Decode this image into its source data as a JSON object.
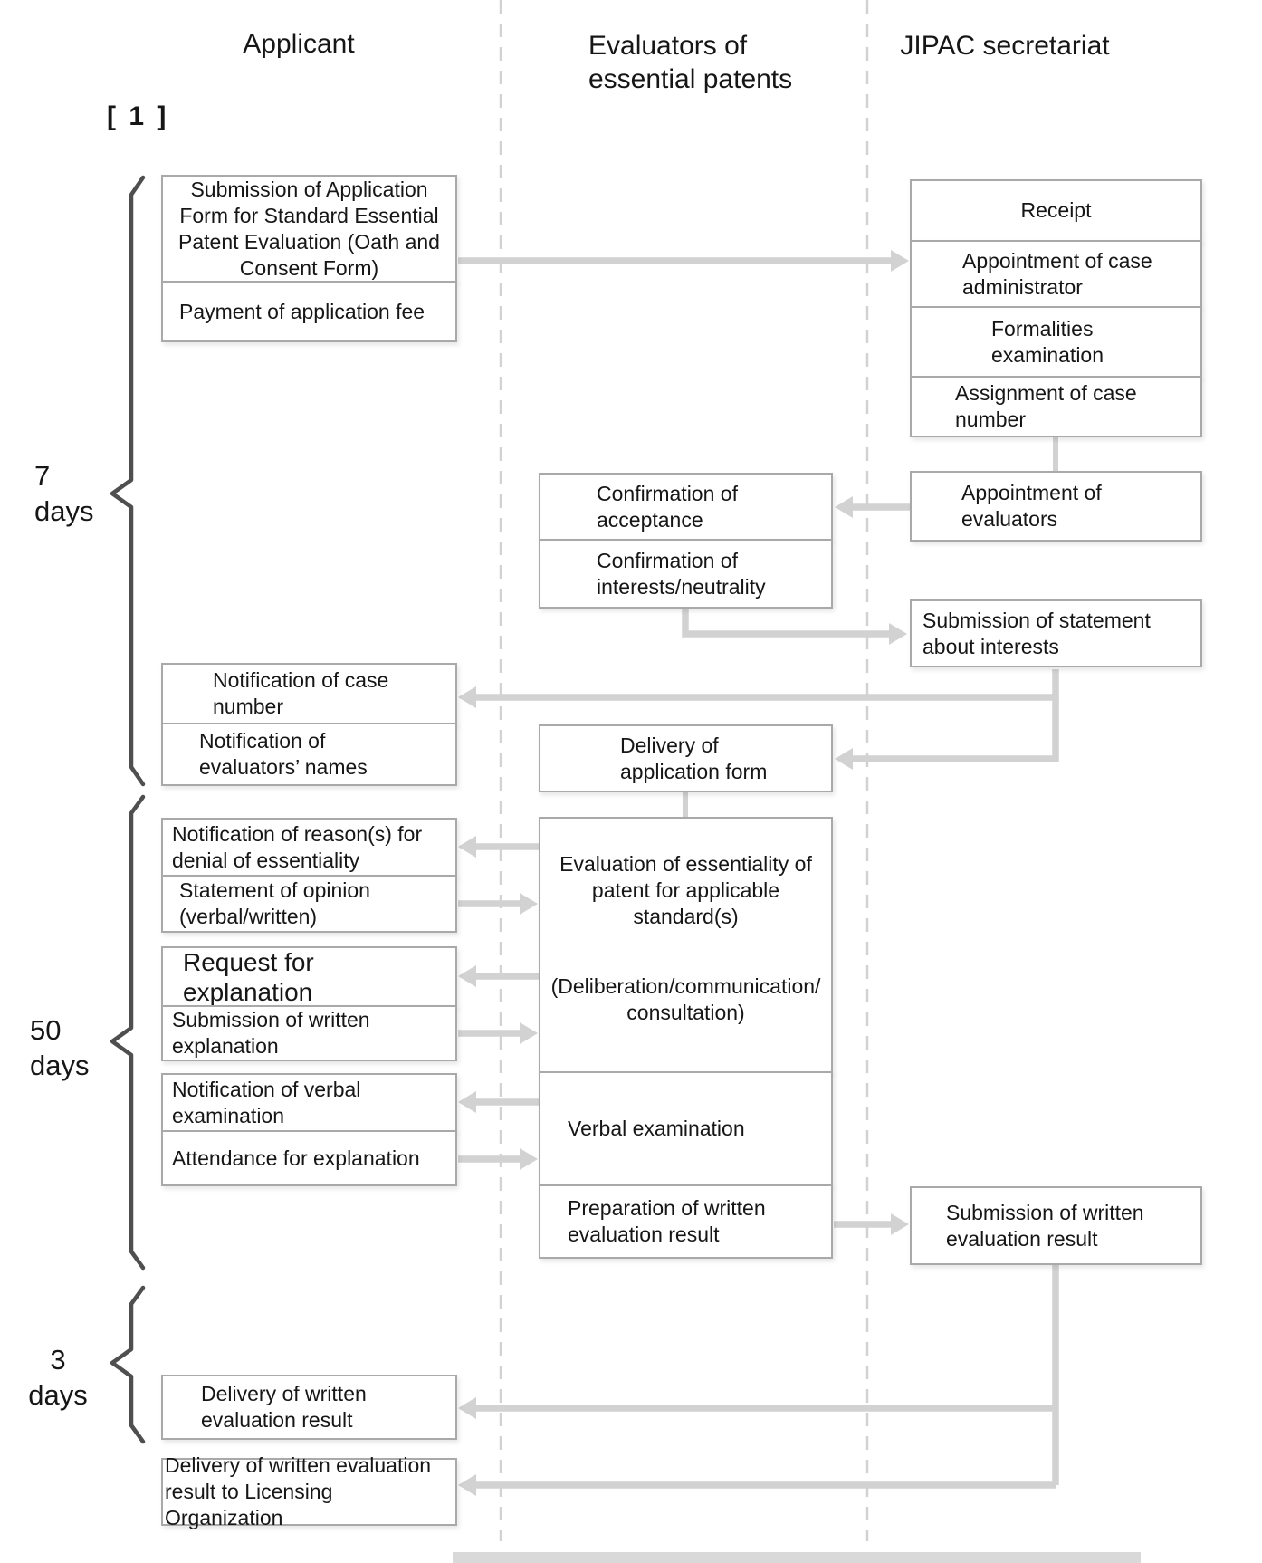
{
  "colors": {
    "box_border": "#a9a9a9",
    "box_bg": "#ffffff",
    "text": "#161616",
    "arrow": "#d2d2d2",
    "dashed": "#d2d2d2",
    "bracket": "#4f4f4f",
    "bottom_bar": "#d9d9d9"
  },
  "headers": {
    "applicant": "Applicant",
    "evaluators": "Evaluators of\nessential patents",
    "jipac": "JIPAC secretariat"
  },
  "figure_label": "[ 1 ]",
  "durations": {
    "d7": "7\ndays",
    "d50": "50\ndays",
    "d3": "3\ndays"
  },
  "applicant": {
    "submission_application_form": "Submission of Application\nForm for Standard Essential\nPatent Evaluation (Oath and\nConsent Form)",
    "payment_fee": "Payment of application fee",
    "notification_case_number": "Notification of case\nnumber",
    "notification_evaluators_names": "Notification of\nevaluators’ names",
    "notification_denial_reasons": "Notification of reason(s) for\ndenial of essentiality",
    "statement_of_opinion": "Statement of opinion\n(verbal/written)",
    "request_for_explanation": "Request for\nexplanation",
    "submission_written_explanation": "Submission of written\nexplanation",
    "notification_verbal_examination": "Notification of verbal\nexamination",
    "attendance_for_explanation": "Attendance for explanation",
    "delivery_written_result": "Delivery of written\nevaluation result",
    "delivery_result_licensing": "Delivery of written evaluation\nresult to Licensing Organization"
  },
  "evaluators": {
    "confirmation_acceptance": "Confirmation of\nacceptance",
    "confirmation_interests": "Confirmation of\ninterests/neutrality",
    "delivery_application_form": "Delivery of\napplication form",
    "evaluation_essentiality": "Evaluation of essentiality of\npatent for applicable\nstandard(s)",
    "deliberation_note": "(Deliberation/communication/\nconsultation)",
    "verbal_examination": "Verbal examination",
    "preparation_written_result": "Preparation of written\nevaluation result"
  },
  "jipac": {
    "receipt": "Receipt",
    "appointment_case_administrator": "Appointment of case\nadministrator",
    "formalities_examination": "Formalities\nexamination",
    "assignment_case_number": "Assignment of case\nnumber",
    "appointment_evaluators": "Appointment of\nevaluators",
    "submission_statement_interests": "Submission of statement\nabout interests",
    "submission_written_result": "Submission of written\nevaluation result"
  }
}
